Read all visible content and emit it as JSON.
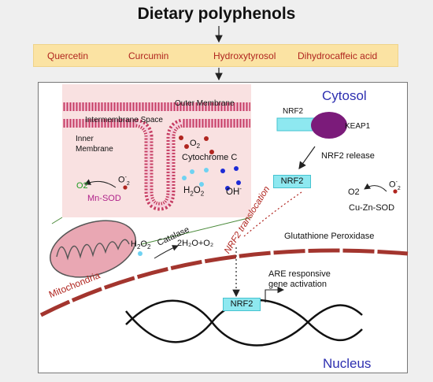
{
  "title": "Dietary polyphenols",
  "polyphenols": [
    "Quercetin",
    "Curcumin",
    "Hydroxytyrosol",
    "Dihydrocaffeic acid"
  ],
  "compartments": {
    "cytosol": "Cytosol",
    "nucleus": "Nucleus",
    "mitochondria": "Mitochondria"
  },
  "mito_detail": {
    "outer_membrane": "Outer Membrane",
    "intermembrane_space": "Intermembrane Space",
    "inner_membrane_line1": "Inner",
    "inner_membrane_line2": "Membrane",
    "cytochrome_c": "Cytochrome C",
    "superoxide_o": "O",
    "superoxide_sub": "2",
    "h2o2_h": "H",
    "h2o2_2a": "2",
    "h2o2_o": "O",
    "h2o2_2b": "2",
    "oh": "OH",
    "oh_sup": "-",
    "mn_o2": "O2",
    "mn_superoxide_o": "O",
    "mn_superoxide_sup": "-",
    "mn_superoxide_sub": "2",
    "mn_sod": "Mn-SOD"
  },
  "nrf2_complex": {
    "nrf2_label": "NRF2",
    "keap1_label": "KEAP1",
    "release_label": "NRF2 release",
    "free_nrf2": "NRF2",
    "nuclear_nrf2": "NRF2",
    "translocation": "NRF2 translocation"
  },
  "cu_zn": {
    "o2": "O2",
    "superoxide_o": "O",
    "superoxide_sup": "-",
    "superoxide_sub": "2",
    "enzyme": "Cu-Zn-SOD"
  },
  "glutathione": "Glutathione Peroxidase",
  "catalase": {
    "substrate_h": "H",
    "substrate_2a": "2",
    "substrate_o": "O",
    "substrate_2b": "2",
    "enzyme": "Catalase",
    "product": "2H₂O+O₂"
  },
  "are": {
    "line1": "ARE responsive",
    "line2": "gene activation"
  },
  "colors": {
    "polyphenol_bar": "#fbe3a3",
    "polyphenol_text": "#b0251f",
    "membrane": "#c63c63",
    "nucleus_membrane": "#a3352e",
    "nrf2_box": "#8ee8f0",
    "keap1": "#7b1b7a",
    "compartment_label": "#2d2fb0"
  }
}
